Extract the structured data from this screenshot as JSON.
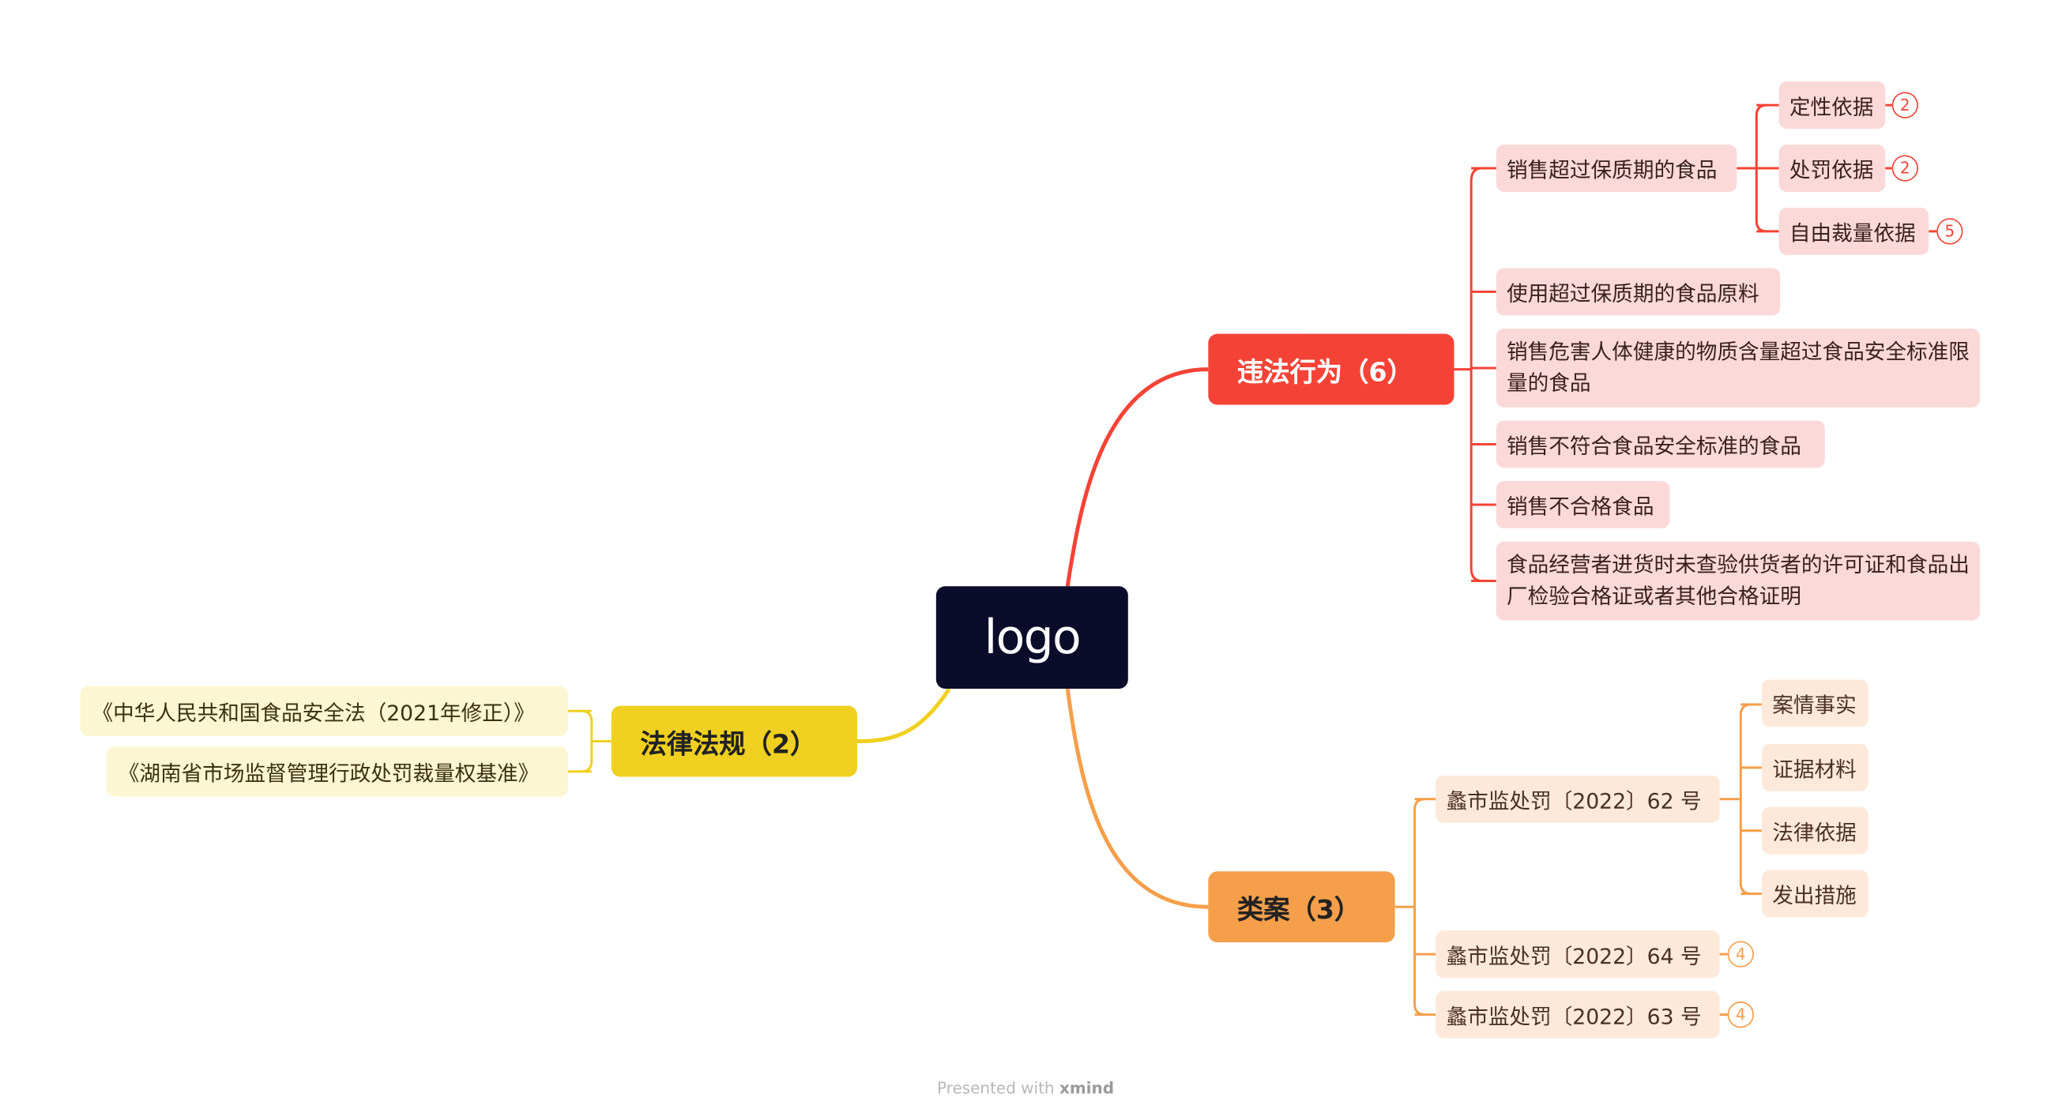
{
  "root": {
    "label": "logo"
  },
  "branches": {
    "violations": {
      "label": "违法行为（6）",
      "color": "#f44336",
      "children": [
        {
          "label": "销售超过保质期的食品",
          "children": [
            {
              "label": "定性依据",
              "count": "2"
            },
            {
              "label": "处罚依据",
              "count": "2"
            },
            {
              "label": "自由裁量依据",
              "count": "5"
            }
          ]
        },
        {
          "label": "使用超过保质期的食品原料"
        },
        {
          "label": "销售危害人体健康的物质含量超过食品安全标准限量的食品"
        },
        {
          "label": "销售不符合食品安全标准的食品"
        },
        {
          "label": "销售不合格食品"
        },
        {
          "label": "食品经营者进货时未查验供货者的许可证和食品出厂检验合格证或者其他合格证明"
        }
      ]
    },
    "cases": {
      "label": "类案（3）",
      "color": "#f59f4a",
      "children": [
        {
          "label": "蠡市监处罚〔2022〕62 号",
          "children": [
            {
              "label": "案情事实"
            },
            {
              "label": "证据材料"
            },
            {
              "label": "法律依据"
            },
            {
              "label": "发出措施"
            }
          ]
        },
        {
          "label": "蠡市监处罚〔2022〕64 号",
          "count": "4"
        },
        {
          "label": "蠡市监处罚〔2022〕63 号",
          "count": "4"
        }
      ]
    },
    "laws": {
      "label": "法律法规（2）",
      "color": "#f0d020",
      "children": [
        {
          "label": "《中华人民共和国食品安全法（2021年修正）》"
        },
        {
          "label": "《湖南省市场监督管理行政处罚裁量权基准》"
        }
      ]
    }
  },
  "footer": {
    "prefix": "Presented with",
    "brand": "xmind"
  }
}
